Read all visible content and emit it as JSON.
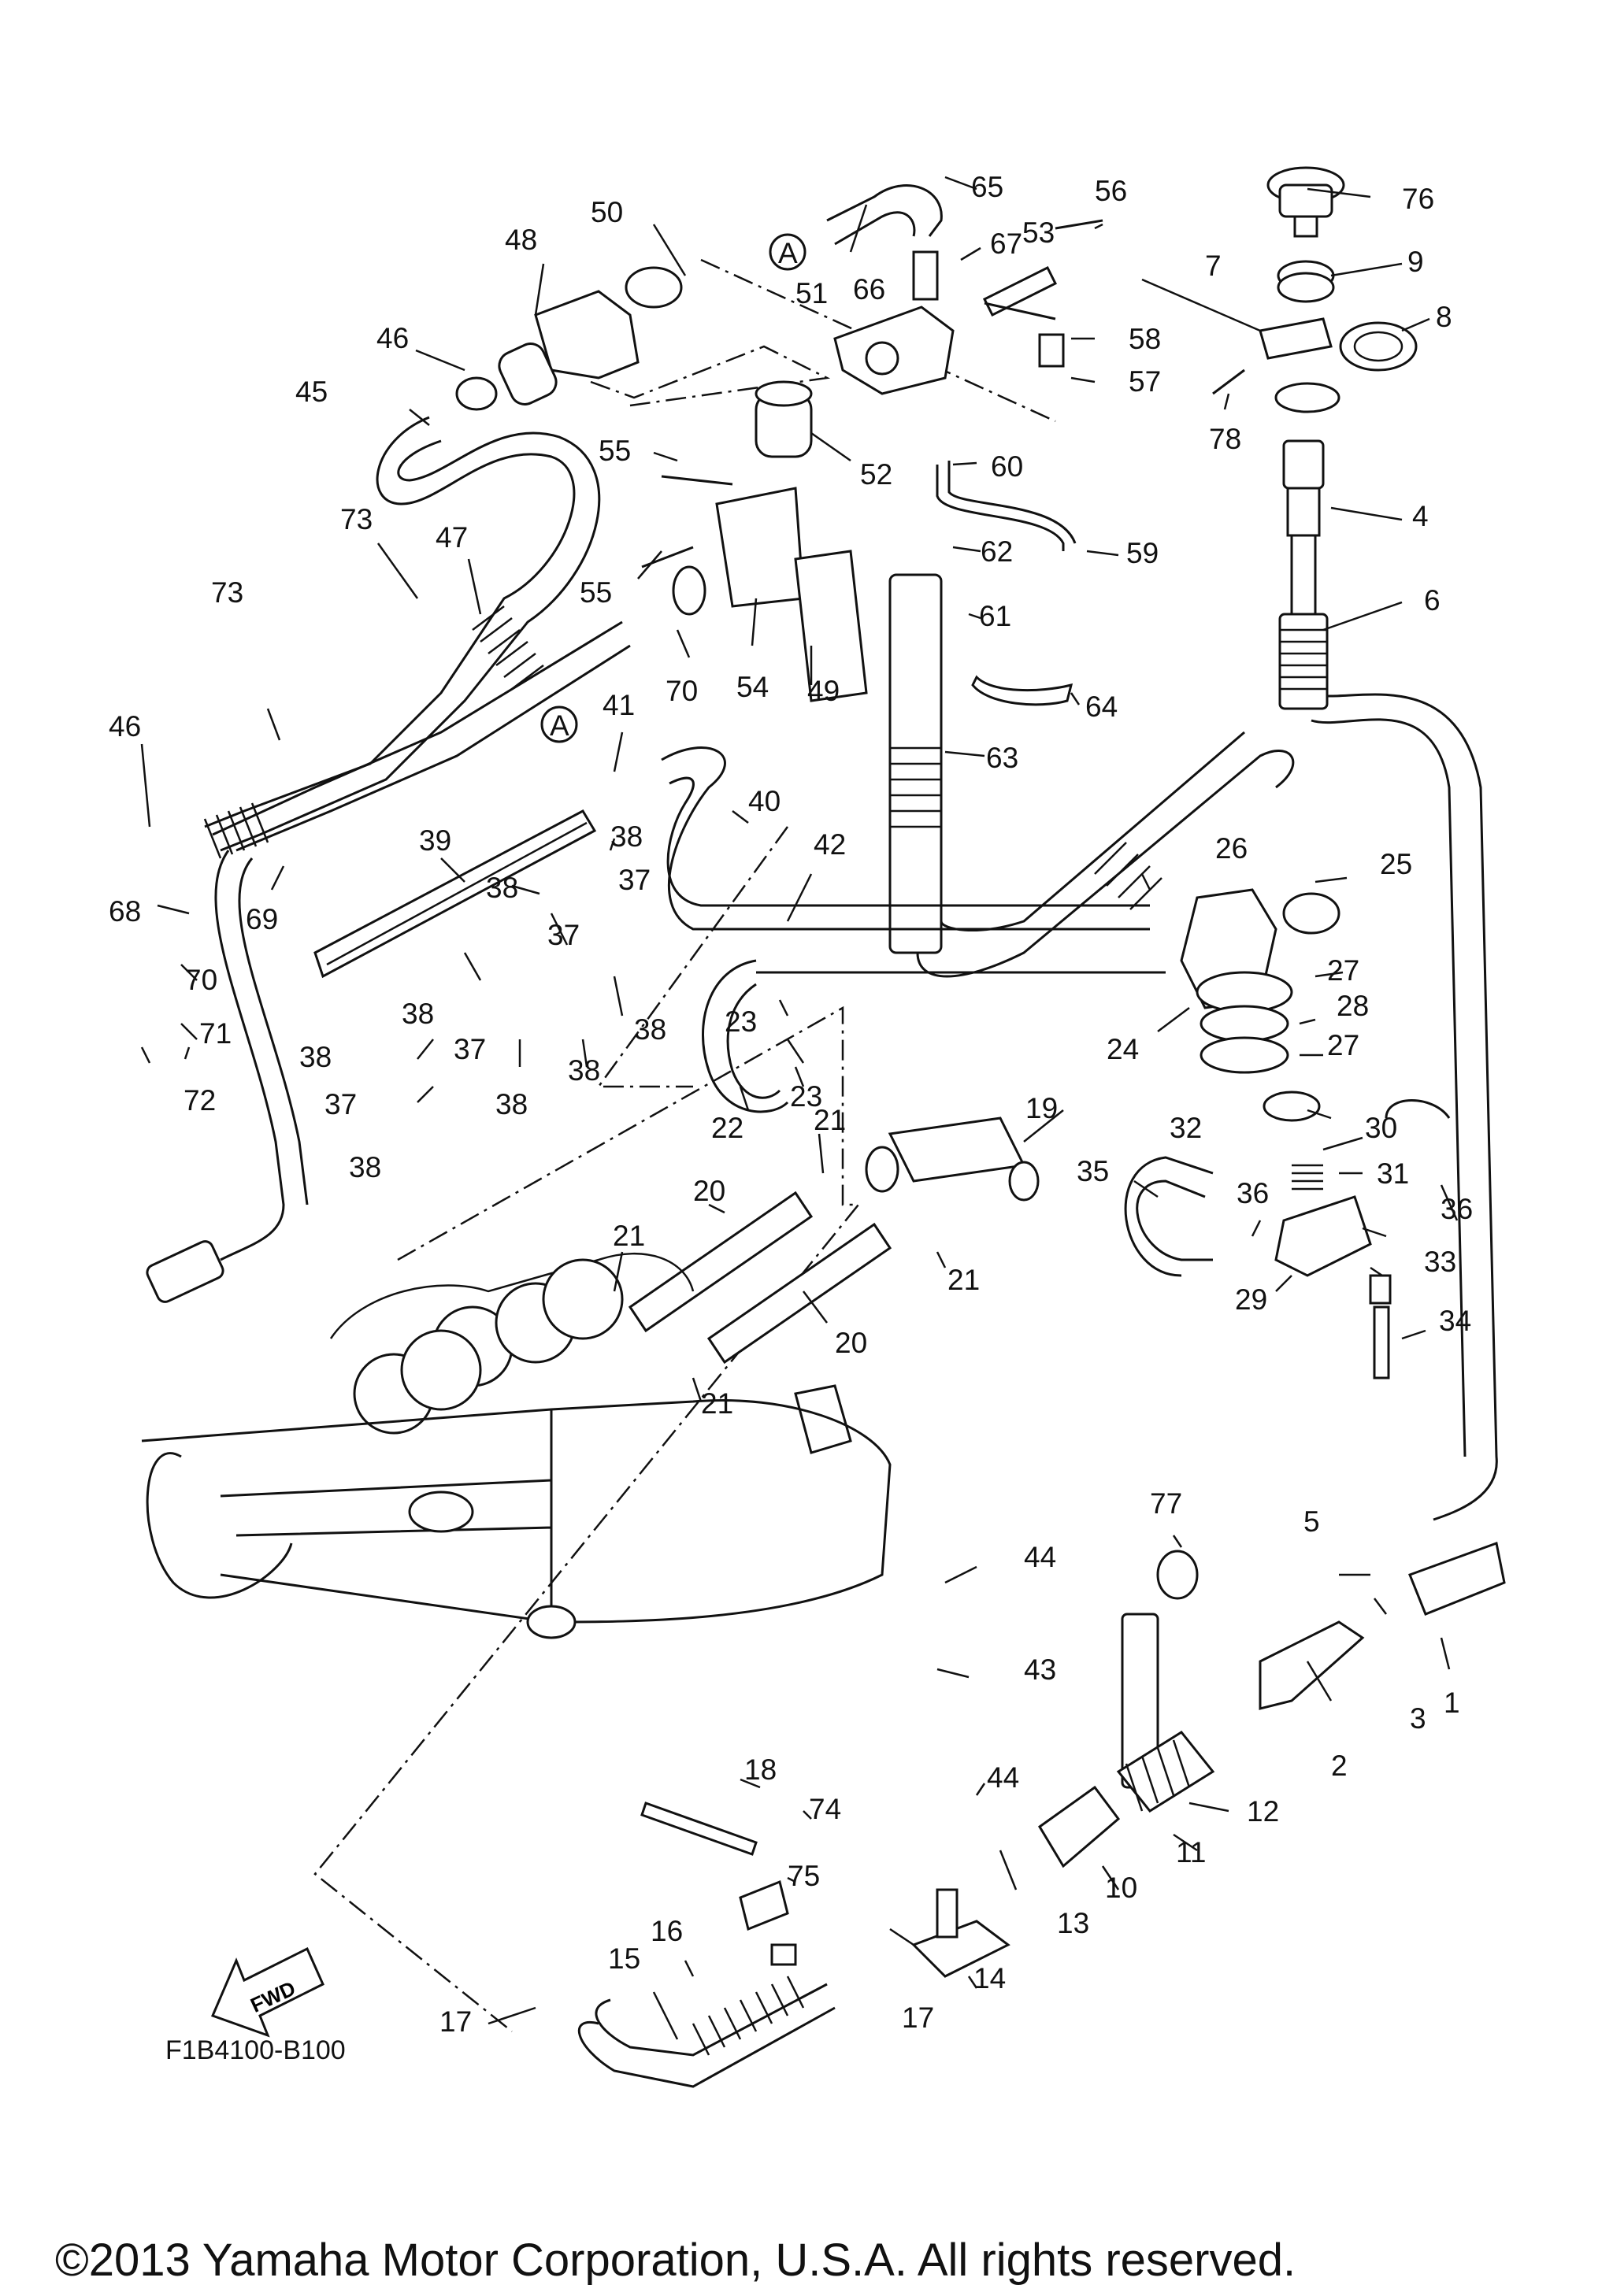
{
  "diagram": {
    "part_code": "F1B4100-B100",
    "copyright": "©2013 Yamaha Motor Corporation, U.S.A. All rights reserved.",
    "fwd_label": "FWD",
    "ref_marker": "A",
    "callouts": [
      {
        "id": "c76",
        "label": "76"
      },
      {
        "id": "c9",
        "label": "9"
      },
      {
        "id": "c8",
        "label": "8"
      },
      {
        "id": "c7",
        "label": "7"
      },
      {
        "id": "c78",
        "label": "78"
      },
      {
        "id": "c4",
        "label": "4"
      },
      {
        "id": "c6",
        "label": "6"
      },
      {
        "id": "c65",
        "label": "65"
      },
      {
        "id": "c66",
        "label": "66"
      },
      {
        "id": "c67",
        "label": "67"
      },
      {
        "id": "c56",
        "label": "56"
      },
      {
        "id": "c53",
        "label": "53"
      },
      {
        "id": "c51",
        "label": "51"
      },
      {
        "id": "c58",
        "label": "58"
      },
      {
        "id": "c57",
        "label": "57"
      },
      {
        "id": "c50",
        "label": "50"
      },
      {
        "id": "c48",
        "label": "48"
      },
      {
        "id": "c46a",
        "label": "46"
      },
      {
        "id": "c45",
        "label": "45"
      },
      {
        "id": "c55a",
        "label": "55"
      },
      {
        "id": "c52",
        "label": "52"
      },
      {
        "id": "c60",
        "label": "60"
      },
      {
        "id": "c59",
        "label": "59"
      },
      {
        "id": "c62",
        "label": "62"
      },
      {
        "id": "c73a",
        "label": "73"
      },
      {
        "id": "c47",
        "label": "47"
      },
      {
        "id": "c55b",
        "label": "55"
      },
      {
        "id": "c61",
        "label": "61"
      },
      {
        "id": "c73b",
        "label": "73"
      },
      {
        "id": "c70a",
        "label": "70"
      },
      {
        "id": "c54",
        "label": "54"
      },
      {
        "id": "c49",
        "label": "49"
      },
      {
        "id": "c64",
        "label": "64"
      },
      {
        "id": "c46b",
        "label": "46"
      },
      {
        "id": "c41",
        "label": "41"
      },
      {
        "id": "c63",
        "label": "63"
      },
      {
        "id": "c40",
        "label": "40"
      },
      {
        "id": "c39",
        "label": "39"
      },
      {
        "id": "c38a",
        "label": "38"
      },
      {
        "id": "c42",
        "label": "42"
      },
      {
        "id": "c26",
        "label": "26"
      },
      {
        "id": "c25",
        "label": "25"
      },
      {
        "id": "c68",
        "label": "68"
      },
      {
        "id": "c69",
        "label": "69"
      },
      {
        "id": "c38b",
        "label": "38"
      },
      {
        "id": "c37a",
        "label": "37"
      },
      {
        "id": "c70b",
        "label": "70"
      },
      {
        "id": "c37b",
        "label": "37"
      },
      {
        "id": "c27a",
        "label": "27"
      },
      {
        "id": "c71",
        "label": "71"
      },
      {
        "id": "c38c",
        "label": "38"
      },
      {
        "id": "c23a",
        "label": "23"
      },
      {
        "id": "c28",
        "label": "28"
      },
      {
        "id": "c38d",
        "label": "38"
      },
      {
        "id": "c37c",
        "label": "37"
      },
      {
        "id": "c38e",
        "label": "38"
      },
      {
        "id": "c24",
        "label": "24"
      },
      {
        "id": "c27b",
        "label": "27"
      },
      {
        "id": "c72",
        "label": "72"
      },
      {
        "id": "c23b",
        "label": "23"
      },
      {
        "id": "c37d",
        "label": "37"
      },
      {
        "id": "c38f",
        "label": "38"
      },
      {
        "id": "c38g",
        "label": "38"
      },
      {
        "id": "c19",
        "label": "19"
      },
      {
        "id": "c22",
        "label": "22"
      },
      {
        "id": "c32",
        "label": "32"
      },
      {
        "id": "c30",
        "label": "30"
      },
      {
        "id": "c21a",
        "label": "21"
      },
      {
        "id": "c38h",
        "label": "38"
      },
      {
        "id": "c35",
        "label": "35"
      },
      {
        "id": "c31",
        "label": "31"
      },
      {
        "id": "c36a",
        "label": "36"
      },
      {
        "id": "c36b",
        "label": "36"
      },
      {
        "id": "c20a",
        "label": "20"
      },
      {
        "id": "c21b",
        "label": "21"
      },
      {
        "id": "c21c",
        "label": "21"
      },
      {
        "id": "c33",
        "label": "33"
      },
      {
        "id": "c29",
        "label": "29"
      },
      {
        "id": "c20b",
        "label": "20"
      },
      {
        "id": "c34",
        "label": "34"
      },
      {
        "id": "c21d",
        "label": "21"
      },
      {
        "id": "c77",
        "label": "77"
      },
      {
        "id": "c44a",
        "label": "44"
      },
      {
        "id": "c5",
        "label": "5"
      },
      {
        "id": "c43",
        "label": "43"
      },
      {
        "id": "c3",
        "label": "3"
      },
      {
        "id": "c1",
        "label": "1"
      },
      {
        "id": "c2",
        "label": "2"
      },
      {
        "id": "c18",
        "label": "18"
      },
      {
        "id": "c44b",
        "label": "44"
      },
      {
        "id": "c12",
        "label": "12"
      },
      {
        "id": "c74",
        "label": "74"
      },
      {
        "id": "c11",
        "label": "11"
      },
      {
        "id": "c75",
        "label": "75"
      },
      {
        "id": "c10",
        "label": "10"
      },
      {
        "id": "c13",
        "label": "13"
      },
      {
        "id": "c16",
        "label": "16"
      },
      {
        "id": "c15",
        "label": "15"
      },
      {
        "id": "c14",
        "label": "14"
      },
      {
        "id": "c17a",
        "label": "17"
      },
      {
        "id": "c17b",
        "label": "17"
      }
    ]
  }
}
